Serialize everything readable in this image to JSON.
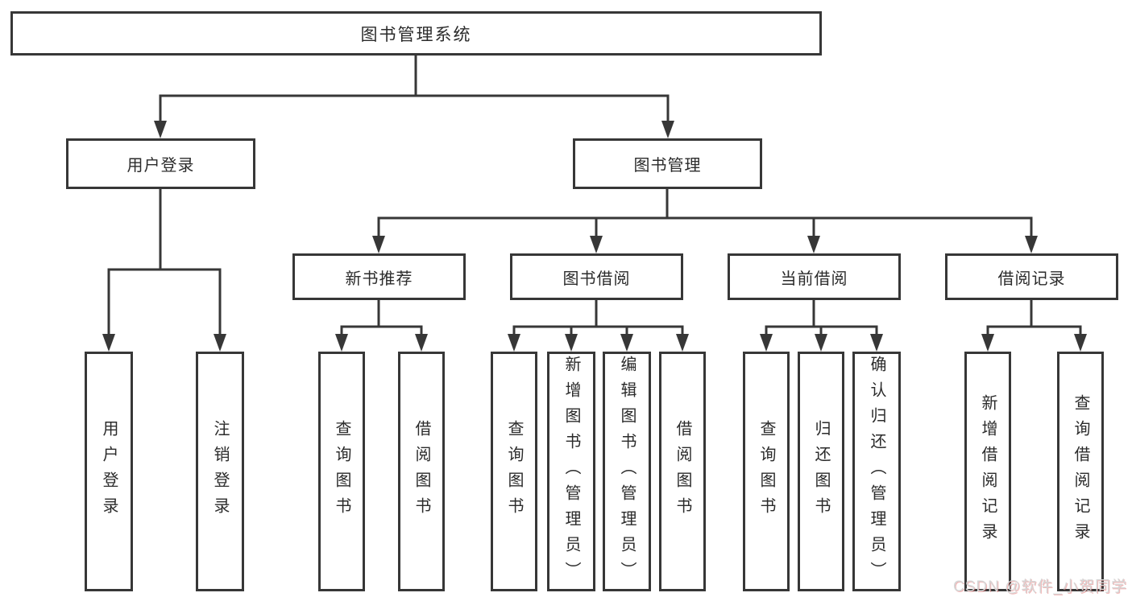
{
  "diagram": {
    "root": {
      "label": "图书管理系统"
    },
    "level2": {
      "user_login": {
        "label": "用户登录"
      },
      "book_mgmt": {
        "label": "图书管理"
      }
    },
    "level3": {
      "new_book_rec": {
        "label": "新书推荐"
      },
      "book_borrow": {
        "label": "图书借阅"
      },
      "current_borrow": {
        "label": "当前借阅"
      },
      "borrow_record": {
        "label": "借阅记录"
      }
    },
    "leaves": {
      "login": {
        "label": "用户登录"
      },
      "logout": {
        "label": "注销登录"
      },
      "rec_query_book": {
        "label": "查询图书"
      },
      "rec_borrow_book": {
        "label": "借阅图书"
      },
      "bb_query_book": {
        "label": "查询图书"
      },
      "bb_add_book": {
        "label": "新增图书（管理员）"
      },
      "bb_edit_book": {
        "label": "编辑图书（管理员）"
      },
      "bb_borrow_book": {
        "label": "借阅图书"
      },
      "cb_query_book": {
        "label": "查询图书"
      },
      "cb_return_book": {
        "label": "归还图书"
      },
      "cb_confirm_return": {
        "label": "确认归还（管理员）"
      },
      "br_add_record": {
        "label": "新增借阅记录"
      },
      "br_query_record": {
        "label": "查询借阅记录"
      }
    },
    "watermark": "CSDN @软件_小贺同学",
    "colors": {
      "line": "#373737",
      "text": "#2b2b2b",
      "background": "#ffffff",
      "watermark": "#d6d6d6"
    }
  }
}
